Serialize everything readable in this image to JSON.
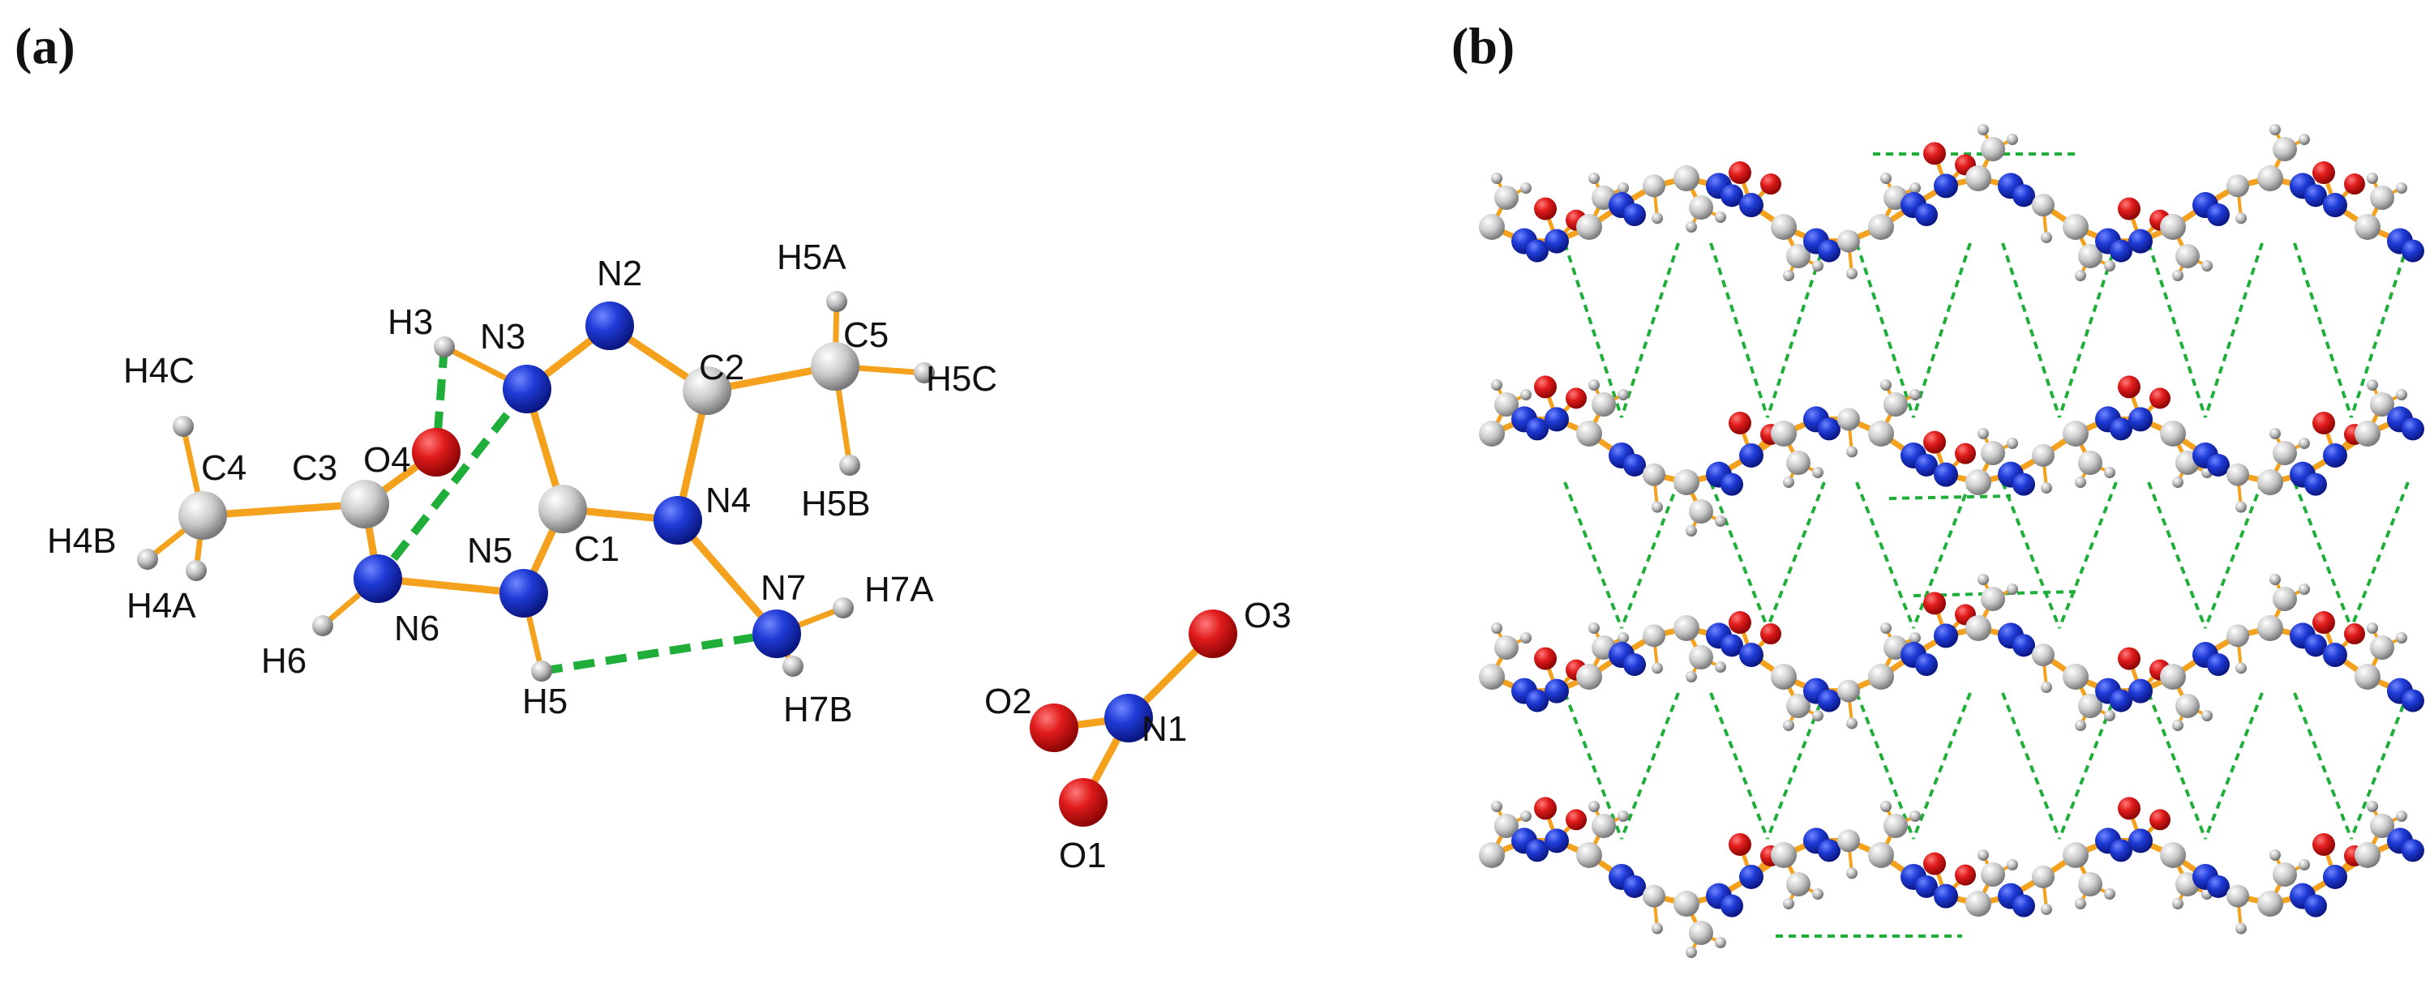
{
  "panels": [
    {
      "id": "a",
      "label": "(a)"
    },
    {
      "id": "b",
      "label": "(b)"
    }
  ],
  "colors": {
    "bond": "#f4a11d",
    "hbond": "#1fae3a",
    "carbon": "#c8c8c8",
    "hydrogen": "#bdbdbd",
    "nitrogen": "#1f3bd6",
    "oxygen": "#e01b1b"
  },
  "molecule": {
    "atoms": [
      {
        "id": "N2",
        "element": "N",
        "label": "N2"
      },
      {
        "id": "N3",
        "element": "N",
        "label": "N3"
      },
      {
        "id": "H3",
        "element": "H",
        "label": "H3"
      },
      {
        "id": "C2",
        "element": "C",
        "label": "C2"
      },
      {
        "id": "C5",
        "element": "C",
        "label": "C5"
      },
      {
        "id": "H5A",
        "element": "H",
        "label": "H5A"
      },
      {
        "id": "H5C",
        "element": "H",
        "label": "H5C"
      },
      {
        "id": "H5B",
        "element": "H",
        "label": "H5B"
      },
      {
        "id": "N4",
        "element": "N",
        "label": "N4"
      },
      {
        "id": "C1",
        "element": "C",
        "label": "C1"
      },
      {
        "id": "N5",
        "element": "N",
        "label": "N5"
      },
      {
        "id": "H5",
        "element": "H",
        "label": "H5"
      },
      {
        "id": "N6",
        "element": "N",
        "label": "N6"
      },
      {
        "id": "H6",
        "element": "H",
        "label": "H6"
      },
      {
        "id": "C3",
        "element": "C",
        "label": "C3"
      },
      {
        "id": "O4",
        "element": "O",
        "label": "O4"
      },
      {
        "id": "C4",
        "element": "C",
        "label": "C4"
      },
      {
        "id": "H4C",
        "element": "H",
        "label": "H4C"
      },
      {
        "id": "H4B",
        "element": "H",
        "label": "H4B"
      },
      {
        "id": "H4A",
        "element": "H",
        "label": "H4A"
      },
      {
        "id": "N7",
        "element": "N",
        "label": "N7"
      },
      {
        "id": "H7A",
        "element": "H",
        "label": "H7A"
      },
      {
        "id": "H7B",
        "element": "H",
        "label": "H7B"
      },
      {
        "id": "N1",
        "element": "N",
        "label": "N1"
      },
      {
        "id": "O1",
        "element": "O",
        "label": "O1"
      },
      {
        "id": "O2",
        "element": "O",
        "label": "O2"
      },
      {
        "id": "O3",
        "element": "O",
        "label": "O3"
      }
    ],
    "bonds": [
      [
        "N2",
        "N3"
      ],
      [
        "N2",
        "C2"
      ],
      [
        "N3",
        "C1"
      ],
      [
        "N3",
        "H3"
      ],
      [
        "C2",
        "N4"
      ],
      [
        "C2",
        "C5"
      ],
      [
        "C5",
        "H5A"
      ],
      [
        "C5",
        "H5C"
      ],
      [
        "C5",
        "H5B"
      ],
      [
        "N4",
        "C1"
      ],
      [
        "N4",
        "N7"
      ],
      [
        "C1",
        "N5"
      ],
      [
        "N5",
        "N6"
      ],
      [
        "N5",
        "H5"
      ],
      [
        "N6",
        "C3"
      ],
      [
        "N6",
        "H6"
      ],
      [
        "C3",
        "O4"
      ],
      [
        "C3",
        "C4"
      ],
      [
        "C4",
        "H4C"
      ],
      [
        "C4",
        "H4B"
      ],
      [
        "C4",
        "H4A"
      ],
      [
        "N7",
        "H7A"
      ],
      [
        "N7",
        "H7B"
      ],
      [
        "N1",
        "O1"
      ],
      [
        "N1",
        "O2"
      ],
      [
        "N1",
        "O3"
      ]
    ],
    "hbonds": [
      [
        "H3",
        "O4"
      ],
      [
        "N3",
        "N6"
      ],
      [
        "H5",
        "N7"
      ]
    ]
  },
  "packing": {
    "layers": 4
  }
}
